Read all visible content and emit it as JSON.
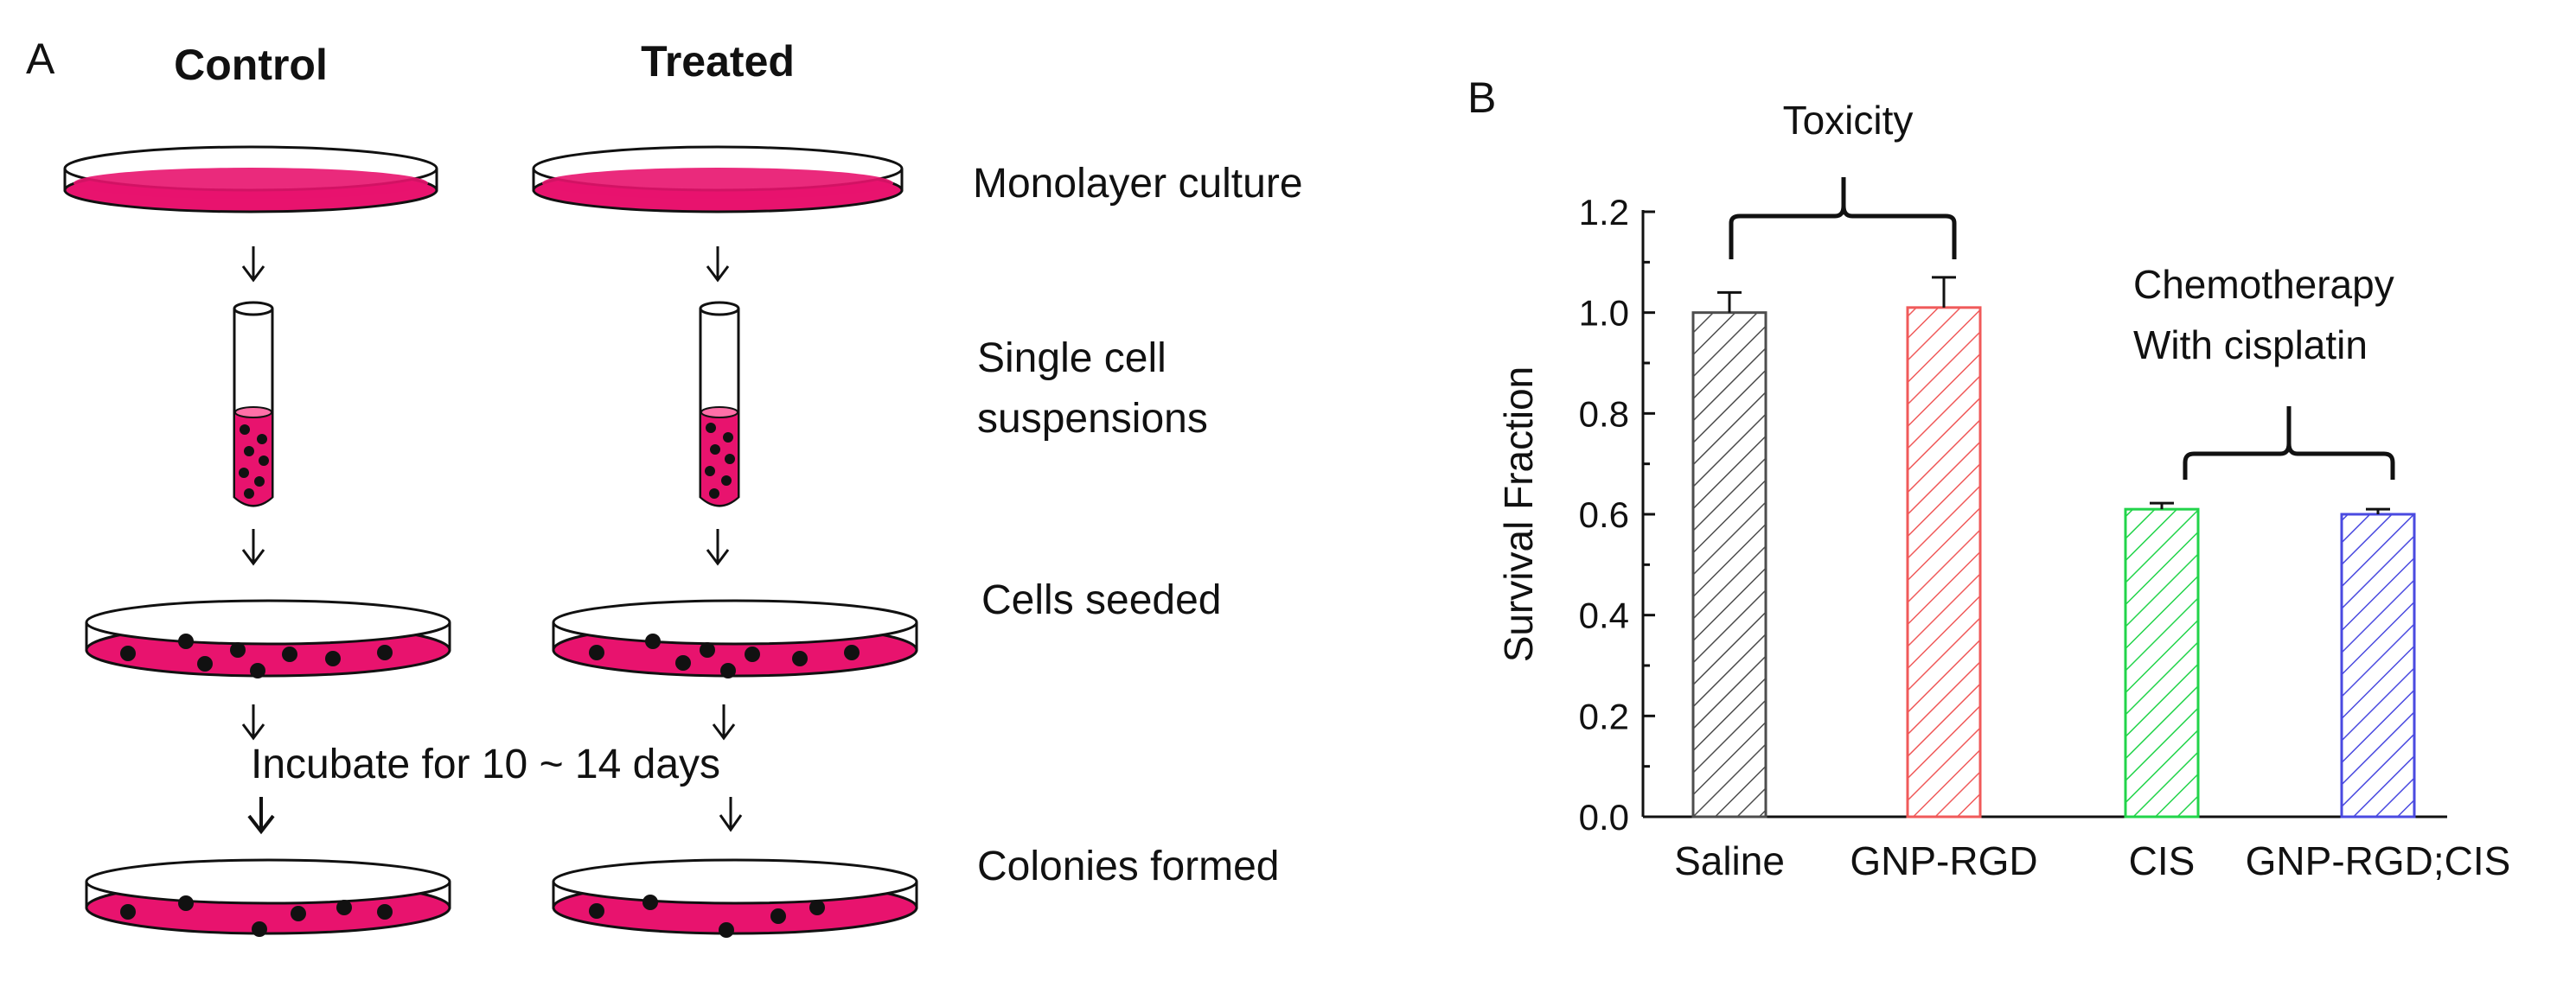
{
  "panel_a": {
    "letter": "A",
    "columns": [
      "Control",
      "Treated"
    ],
    "steps": [
      {
        "lines": [
          "Monolayer culture"
        ]
      },
      {
        "lines": [
          "Single cell",
          "suspensions"
        ]
      },
      {
        "lines": [
          "Cells seeded"
        ]
      },
      {
        "lines": [
          "Colonies formed"
        ]
      }
    ],
    "incubate_label": "Incubate for 10 ~ 14 days",
    "colors": {
      "medium": "#e8136e",
      "outline": "#111111"
    }
  },
  "panel_b": {
    "letter": "B",
    "annotations": {
      "toxicity": "Toxicity",
      "chemo_line1": "Chemotherapy",
      "chemo_line2": "With cisplatin"
    }
  },
  "chart_data": {
    "type": "bar",
    "categories": [
      "Saline",
      "GNP-RGD",
      "CIS",
      "GNP-RGD;CIS"
    ],
    "values": [
      1.0,
      1.01,
      0.61,
      0.6
    ],
    "errors": [
      0.04,
      0.06,
      0.012,
      0.01
    ],
    "bar_colors": [
      "#4d4d4d",
      "#f05a5a",
      "#22d44a",
      "#4a4ae0"
    ],
    "bar_fill": "diagonal hatch",
    "ylabel": "Survival Fraction",
    "xlabel": "",
    "ylim": [
      0.0,
      1.2
    ],
    "yticks": [
      "0.0",
      "0.2",
      "0.4",
      "0.6",
      "0.8",
      "1.0",
      "1.2"
    ],
    "grid": false,
    "legend": "none"
  }
}
